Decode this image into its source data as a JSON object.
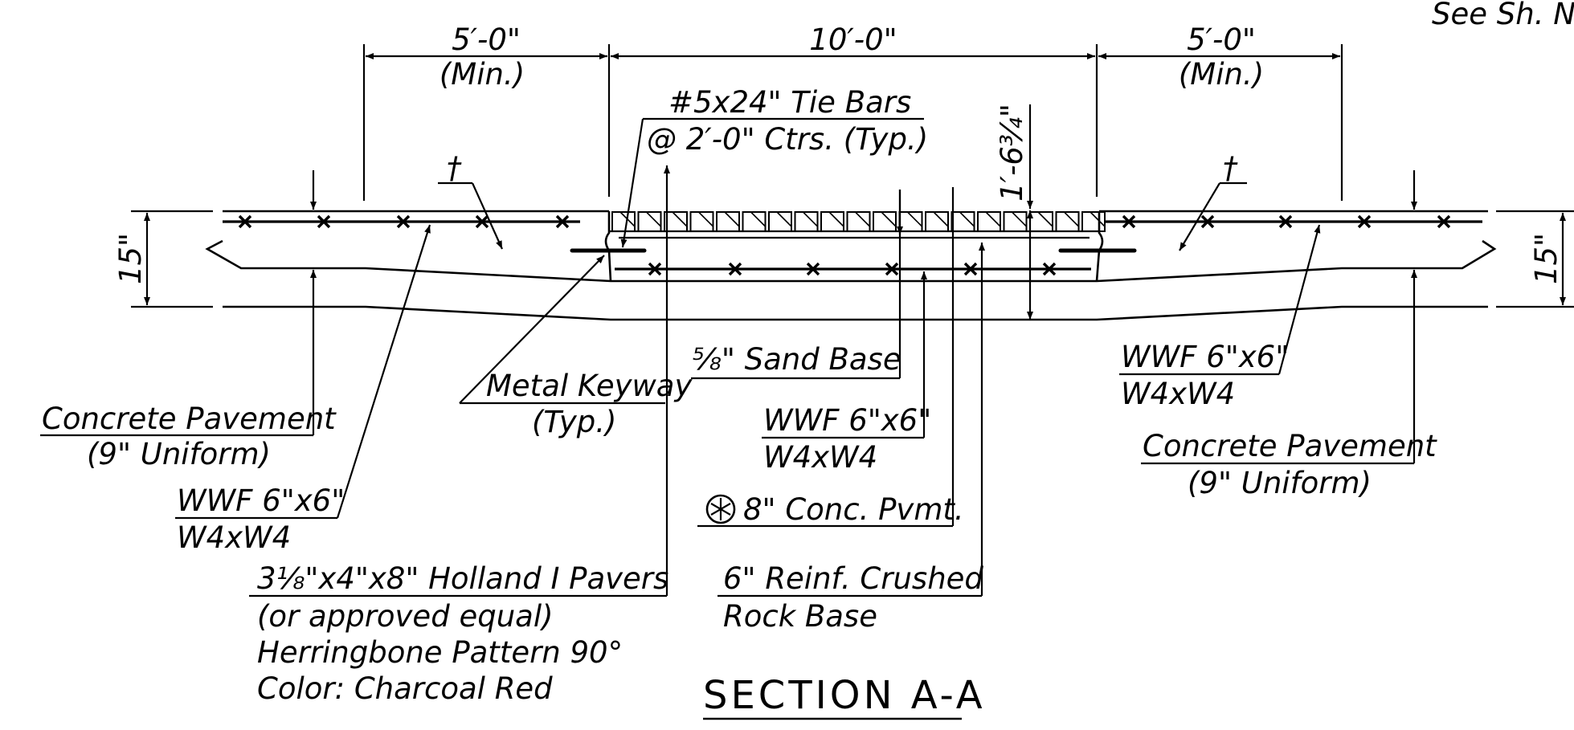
{
  "sheet_ref": "See Sh. No",
  "section_title": "SECTION A-A",
  "dimensions": {
    "left_width": "5′-0\"",
    "left_width_note": "(Min.)",
    "center_width": "10′-0\"",
    "right_width": "5′-0\"",
    "right_width_note": "(Min.)",
    "left_thickness": "15\"",
    "right_thickness": "15\"",
    "depth": "1′-6¾\""
  },
  "labels": {
    "tie_bars_line1": "#5x24\" Tie Bars",
    "tie_bars_line2": "@  2′-0\" Ctrs. (Typ.)",
    "dagger_left": "†",
    "dagger_right": "†",
    "sand_base": "⅝\" Sand  Base",
    "metal_keyway_line1": "Metal Keyway",
    "metal_keyway_line2": "(Typ.)",
    "conc_left_line1": "Concrete  Pavement",
    "conc_left_line2": "(9\" Uniform)",
    "wwf_left_line1": "WWF  6\"x6\"",
    "wwf_left_line2": "W4xW4",
    "wwf_center_line1": "WWF  6\"x6\"",
    "wwf_center_line2": "W4xW4",
    "wwf_right_line1": "WWF  6\"x6\"",
    "wwf_right_line2": "W4xW4",
    "conc_right_line1": "Concrete  Pavement",
    "conc_right_line2": "(9\" Uniform)",
    "conc_pvmt": "8\" Conc. Pvmt.",
    "pavers_line1": "3⅛\"x4\"x8\" Holland I Pavers",
    "pavers_line2": "(or approved  equal)",
    "pavers_line3": "Herringbone Pattern 90°",
    "pavers_line4": "Color: Charcoal Red",
    "rock_base_line1": "6\" Reinf. Crushed",
    "rock_base_line2": "Rock Base"
  }
}
